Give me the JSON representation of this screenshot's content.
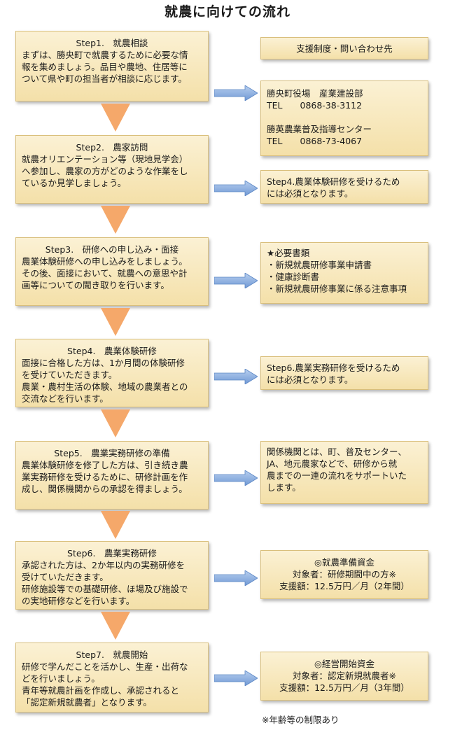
{
  "title": "就農に向けての流れ",
  "steps": [
    {
      "head": "Step1.　就農相談",
      "body": "まずは、勝央町で就農するために必要な情\n報を集めましょう。品目や農地、住居等に\nついて県や町の担当者が相談に応じます。"
    },
    {
      "head": "Step2.　農家訪問",
      "body": "就農オリエンテーション等（現地見学会）\nへ参加し、農家の方がどのような作業をし\nているか見学しましょう。"
    },
    {
      "head": "Step3.　研修への申し込み・面接",
      "body": "農業体験研修への申し込みをしましょう。\nその後、面接において、就農への意思や計\n画等についての聞き取りを行います。"
    },
    {
      "head": "Step4.　農業体験研修",
      "body": "面接に合格した方は、1か月間の体験研修\nを受けていただきます。\n農業・農村生活の体験、地域の農業者との\n交流などを行います。"
    },
    {
      "head": "Step5.　農業実務研修の準備",
      "body": "農業体験研修を修了した方は、引き続き農\n業実務研修を受けるために、研修計画を作\n成し、関係機関からの承認を得ましょう。"
    },
    {
      "head": "Step6.　農業実務研修",
      "body": "承認された方は、2か年以内の実務研修を\n受けていただきます。\n研修施設等での基礎研修、ほ場及び施設で\nの実地研修などを行います。"
    },
    {
      "head": "Step7.　就農開始",
      "body": "研修で学んだことを活かし、生産・出荷な\nどを行いましょう。\n青年等就農計画を作成し、承認されると\n「認定新規就農者」となります。"
    }
  ],
  "side": {
    "support_header": "支援制度・問い合わせ先",
    "contacts": "勝央町役場　産業建設部\nTEL　　0868-38-3112\n\n勝英農業普及指導センター\nTEL　　0868-73-4067",
    "note2": "Step4.農業体験研修を受けるため\nには必須となります。",
    "docs_title": "★必要書類",
    "docs": [
      "・新規就農研修事業申請書",
      "・健康診断書",
      "・新規就農研修事業に係る注意事項"
    ],
    "note4": "Step6.農業実務研修を受けるため\nには必須となります。",
    "note5": "関係機関とは、町、普及センター、\nJA、地元農家などで、研修から就\n農までの一連の流れをサポートいた\nします。",
    "fund6": "◎就農準備資金\n対象者：研修期間中の方※\n支援額：12.5万円／月（2年間）",
    "fund7": "◎経営開始資金\n対象者：認定新規就農者※\n支援額：12.5万円／月（3年間）",
    "footnote": "※年齢等の制限あり"
  },
  "colors": {
    "box_fill": "#f4e0a9",
    "chevron": "#f5a86a",
    "arrow": "#7ea6dd"
  }
}
